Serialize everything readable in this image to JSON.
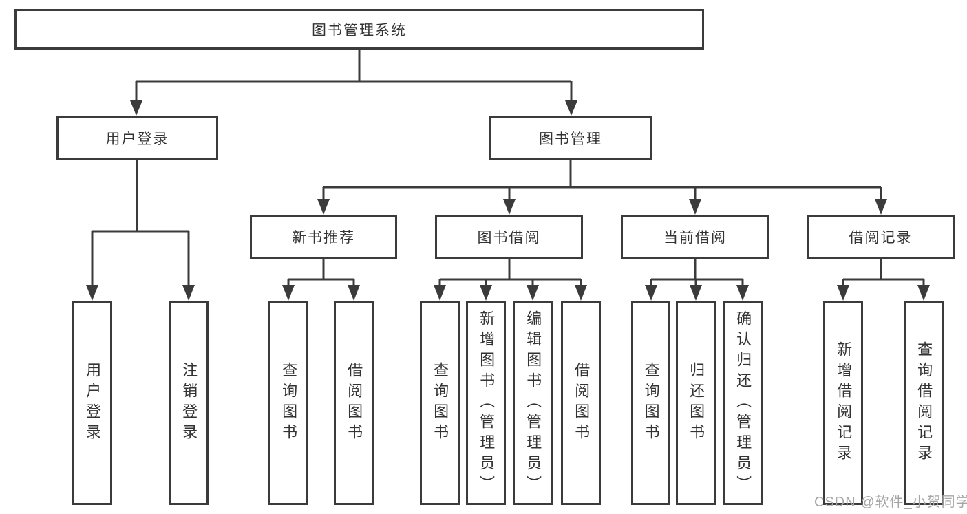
{
  "diagram": {
    "type": "hierarchy-tree",
    "colors": {
      "line": "#3b3b3b",
      "text": "#333333",
      "box_background": "#ffffff",
      "watermark": "#a6a6a6",
      "page_background": "#ffffff"
    }
  },
  "tree": {
    "label": "图书管理系统",
    "children": [
      {
        "label": "用户登录",
        "children": [
          {
            "label": "用户登录"
          },
          {
            "label": "注销登录"
          }
        ]
      },
      {
        "label": "图书管理",
        "children": [
          {
            "label": "新书推荐",
            "children": [
              {
                "label": "查询图书"
              },
              {
                "label": "借阅图书"
              }
            ]
          },
          {
            "label": "图书借阅",
            "children": [
              {
                "label": "查询图书"
              },
              {
                "label": "新增图书（管理员）"
              },
              {
                "label": "编辑图书（管理员）"
              },
              {
                "label": "借阅图书"
              }
            ]
          },
          {
            "label": "当前借阅",
            "children": [
              {
                "label": "查询图书"
              },
              {
                "label": "归还图书"
              },
              {
                "label": "确认归还（管理员）"
              }
            ]
          },
          {
            "label": "借阅记录",
            "children": [
              {
                "label": "新增借阅记录"
              },
              {
                "label": "查询借阅记录"
              }
            ]
          }
        ]
      }
    ]
  },
  "watermark": {
    "text": "CSDN @软件_小贺同学"
  }
}
